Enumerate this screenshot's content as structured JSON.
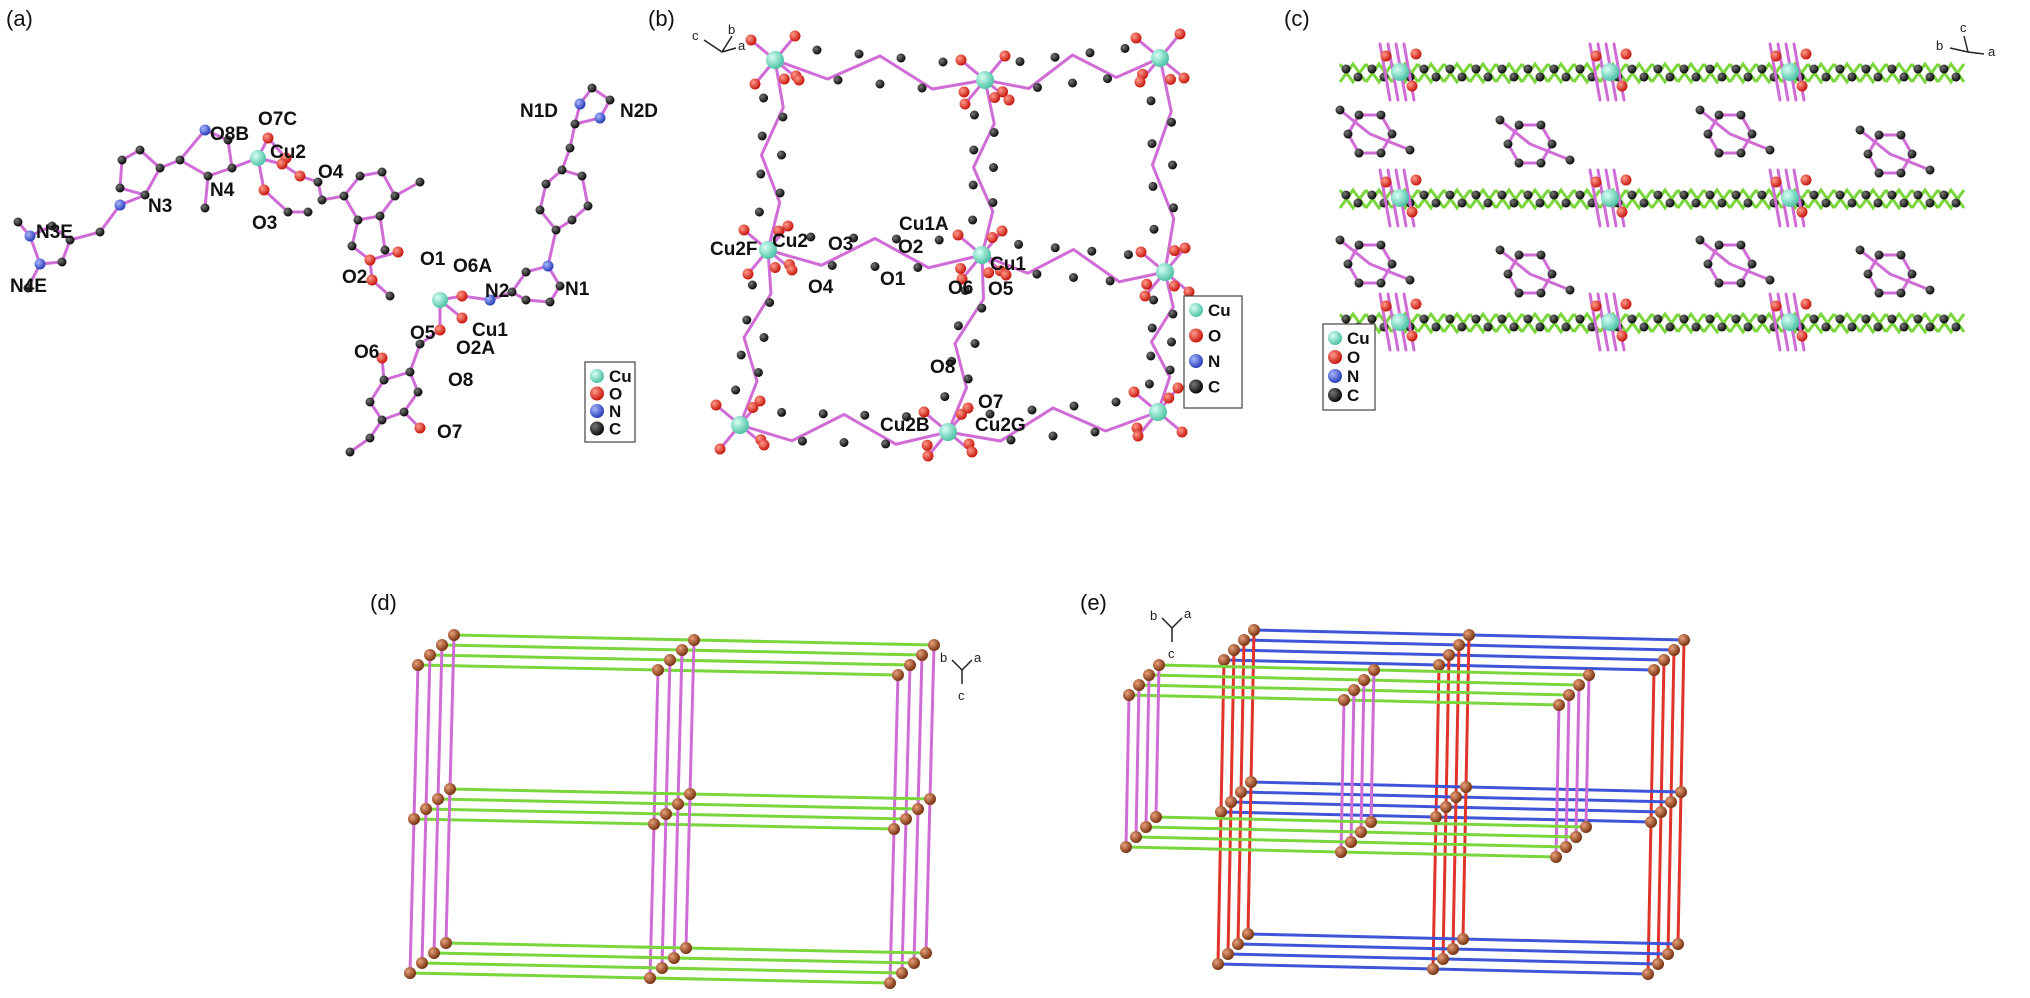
{
  "figure": {
    "panels": [
      {
        "id": "a",
        "label": "(a)"
      },
      {
        "id": "b",
        "label": "(b)"
      },
      {
        "id": "c",
        "label": "(c)"
      },
      {
        "id": "d",
        "label": "(d)"
      },
      {
        "id": "e",
        "label": "(e)"
      }
    ],
    "legend": {
      "items": [
        {
          "label": "Cu",
          "color": "#6fd9c0"
        },
        {
          "label": "O",
          "color": "#e8281e"
        },
        {
          "label": "N",
          "color": "#3d5bd8"
        },
        {
          "label": "C",
          "color": "#1a1a1a"
        }
      ]
    },
    "panel_a_labels": [
      "N3E",
      "N4E",
      "N3",
      "N4",
      "O8B",
      "O7C",
      "Cu2",
      "O4",
      "O3",
      "O1",
      "O2",
      "O6A",
      "N2",
      "N1",
      "Cu1",
      "O5",
      "O2A",
      "O6",
      "O8",
      "O7",
      "N1D",
      "N2D"
    ],
    "panel_b_labels": [
      "Cu2F",
      "Cu2",
      "O3",
      "O4",
      "O1",
      "Cu1A",
      "O2",
      "O6",
      "Cu1",
      "O5",
      "O8",
      "O7",
      "Cu2B",
      "Cu2G"
    ],
    "axes": {
      "b": [
        "c",
        "b",
        "a"
      ],
      "c": [
        "b",
        "c",
        "a"
      ],
      "d": [
        "b",
        "a",
        "c"
      ],
      "e": [
        "b",
        "a",
        "c"
      ]
    },
    "colors": {
      "bond": "#d06cd6",
      "green_link": "#7ad63c",
      "blue_link": "#3f55d8",
      "red_link": "#e0332a",
      "node": "#a0522d"
    }
  }
}
